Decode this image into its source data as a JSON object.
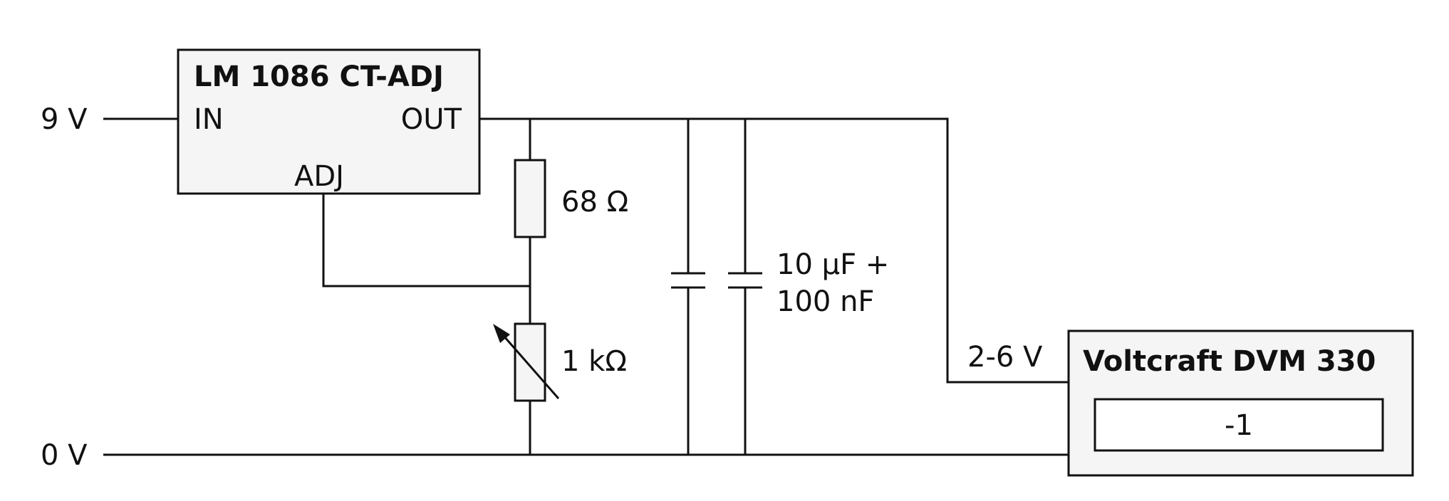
{
  "rails": {
    "input_voltage": "9 V",
    "ground": "0 V"
  },
  "regulator": {
    "title": "LM 1086 CT-ADJ",
    "pin_in": "IN",
    "pin_out": "OUT",
    "pin_adj": "ADJ"
  },
  "resistor_fixed": {
    "label": "68 Ω"
  },
  "resistor_variable": {
    "label": "1 kΩ"
  },
  "capacitors": {
    "label_line1": "10 µF +",
    "label_line2": "100 nF"
  },
  "output": {
    "voltage_range": "2-6 V"
  },
  "meter": {
    "title": "Voltcraft DVM 330",
    "display_value": "-1"
  }
}
